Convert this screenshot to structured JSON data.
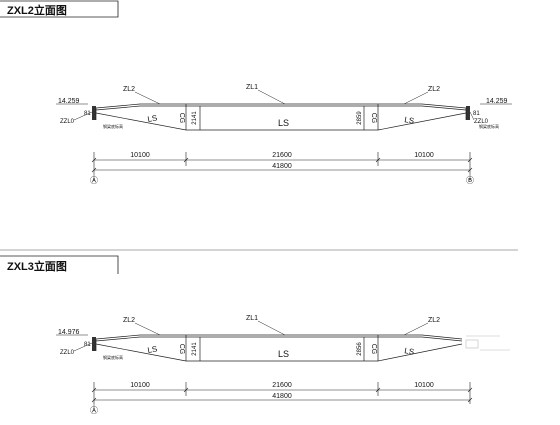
{
  "panels": [
    {
      "title": "ZXL2立面图",
      "elev_left": "14.259",
      "elev_right": "14.259",
      "members": {
        "zl1": "ZL1",
        "zl2_left": "ZL2",
        "zl2_right": "ZL2",
        "zl0_left": "ZZL0",
        "zl0_right": "ZZL0"
      },
      "section_labels": {
        "ls_left": "LS",
        "ls_mid": "LS",
        "ls_right": "LS",
        "cg_left": "CG",
        "cg_right": "CG"
      },
      "heights": {
        "left": "2141",
        "right": "2859"
      },
      "end_dims": {
        "left": "81",
        "right": "81"
      },
      "notes": {
        "left": "钢梁底标高",
        "right": "钢梁底标高"
      },
      "dims": {
        "left": "10100",
        "mid": "21600",
        "right": "10100",
        "total": "41800"
      },
      "axes": {
        "left": "Ⓐ",
        "right": "Ⓑ"
      }
    },
    {
      "title": "ZXL3立面图",
      "elev_left": "14.976",
      "members": {
        "zl1": "ZL1",
        "zl2_left": "ZL2",
        "zl2_right": "ZL2",
        "zl0_left": "ZZL0"
      },
      "section_labels": {
        "ls_left": "LS",
        "ls_mid": "LS",
        "ls_right": "LS",
        "cg_left": "CG",
        "cg_right": "CG"
      },
      "heights": {
        "left": "2141",
        "right": "2856"
      },
      "end_dims": {
        "left": "81"
      },
      "notes": {
        "left": "钢梁底标高"
      },
      "dims": {
        "left": "10100",
        "mid": "21600",
        "right": "10100",
        "total": "41800"
      },
      "axes": {
        "left": "Ⓐ"
      }
    }
  ]
}
